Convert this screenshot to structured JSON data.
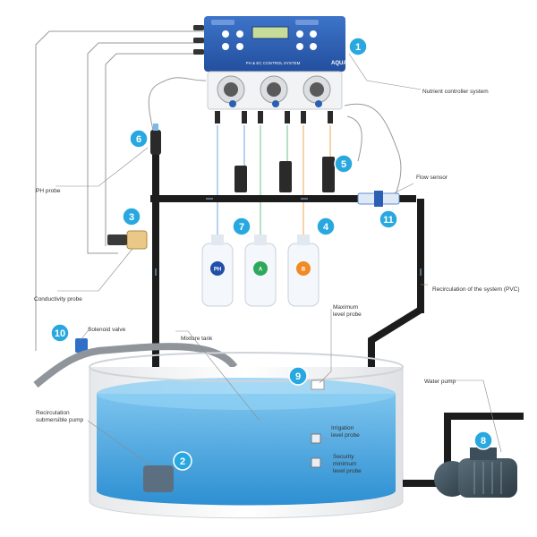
{
  "controller": {
    "display_title": "PH & EC CONTROL SYSTEM",
    "brand": "AQUA",
    "top_labels": [
      "",
      ""
    ]
  },
  "callouts": {
    "n1": "1",
    "n2": "2",
    "n3": "3",
    "n4": "4",
    "n5": "5",
    "n6": "6",
    "n7": "7",
    "n8": "8",
    "n9": "9",
    "n10": "10",
    "n11": "11"
  },
  "labels": {
    "nutrient_controller": "Nutrient controller system",
    "flow_sensor": "Flow sensor",
    "ph_probe": "PH probe",
    "conductivity_probe": "Conductivity probe",
    "solenoid_valve": "Solenoid valve",
    "mixture_tank": "Mixture tank",
    "maximum_level_probe_1": "Maximum",
    "maximum_level_probe_2": "level probe",
    "recirculation_system": "Recirculation of the system (PVC)",
    "recirculation_pump_1": "Recirculation",
    "recirculation_pump_2": "submersible pump",
    "irrigation_probe_1": "Irrigation",
    "irrigation_probe_2": "level probe",
    "security_probe_1": "Security",
    "security_probe_2": "minimum",
    "security_probe_3": "level probe",
    "water_pump": "Water pump"
  },
  "bottles": [
    "PH",
    "A",
    "B"
  ],
  "colors": {
    "controller_blue": "#2b5fb3",
    "callout_blue": "#29a8e0",
    "water": "#3fa0dd",
    "bottle_ph": "#1f4fa8",
    "bottle_a": "#2ea85a",
    "bottle_b": "#f08a24",
    "pipe": "#1c1c1c"
  }
}
